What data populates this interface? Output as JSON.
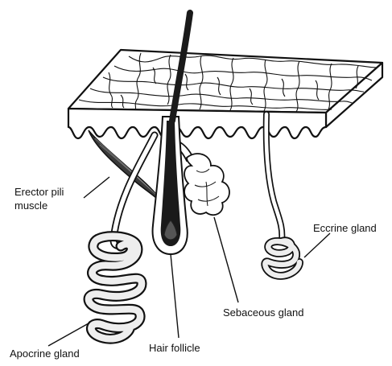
{
  "labels": {
    "erector_pili_line1": "Erector pili",
    "erector_pili_line2": "muscle",
    "apocrine_gland": "Apocrine gland",
    "hair_follicle": "Hair follicle",
    "sebaceous_gland": "Sebaceous gland",
    "eccrine_gland": "Eccrine gland"
  },
  "colors": {
    "stroke": "#111111",
    "hair": "#1a1a1a",
    "muscle": "#3a3a3a",
    "papilla": "#555555",
    "gland_fill": "#eeeeee",
    "background": "#ffffff"
  }
}
